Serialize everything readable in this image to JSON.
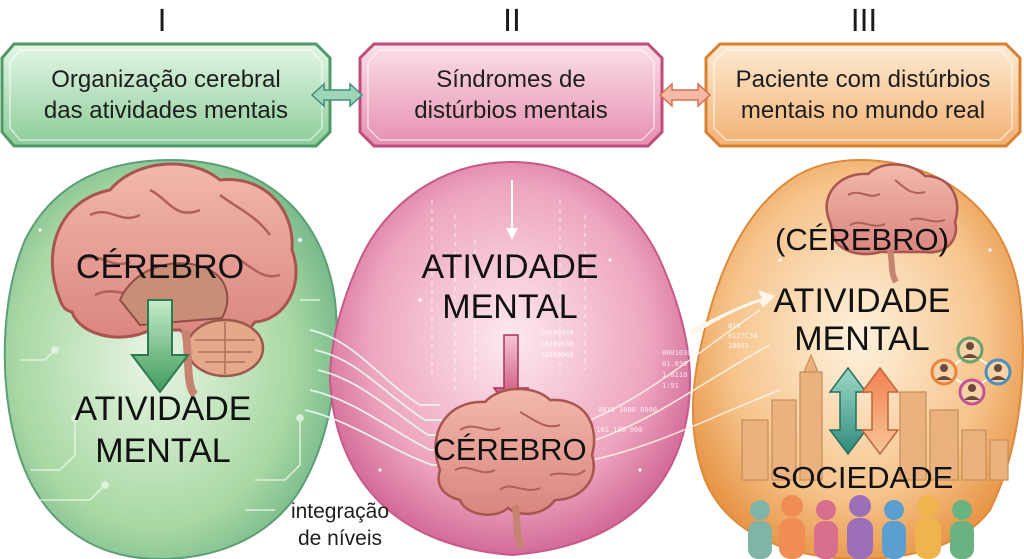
{
  "columns": [
    {
      "numeral": "I",
      "box_lines": [
        "Organização cerebral",
        "das atividades mentais"
      ],
      "top_label": "CÉREBRO",
      "bottom_label_lines": [
        "ATIVIDADE",
        "MENTAL"
      ]
    },
    {
      "numeral": "II",
      "box_lines": [
        "Síndromes de",
        "distúrbios mentais"
      ],
      "top_label_lines": [
        "ATIVIDADE",
        "MENTAL"
      ],
      "bottom_label": "CÉREBRO"
    },
    {
      "numeral": "III",
      "box_lines": [
        "Paciente com distúrbios",
        "mentais no mundo real"
      ],
      "top_label": "(CÉREBRO)",
      "middle_label_lines": [
        "ATIVIDADE",
        "MENTAL"
      ],
      "bottom_label": "SOCIEDADE"
    }
  ],
  "integration_note_lines": [
    "integração",
    "de níveis"
  ],
  "binary_snippets": [
    "10000038",
    "10200030",
    "32080060",
    "0001030",
    "01.030",
    "1.0110",
    "1:91",
    "010",
    "0127C34",
    "10001",
    "1101 100 000",
    "0010 1000 0000"
  ],
  "colors": {
    "green": "#5fae7a",
    "pink": "#d9698f",
    "orange": "#eda04f",
    "brain": "#e9a39a"
  },
  "icons": [
    "brain-icon",
    "down-arrow-icon",
    "up-down-arrows-icon",
    "city-skyline-icon",
    "people-icon",
    "avatar-icon"
  ]
}
